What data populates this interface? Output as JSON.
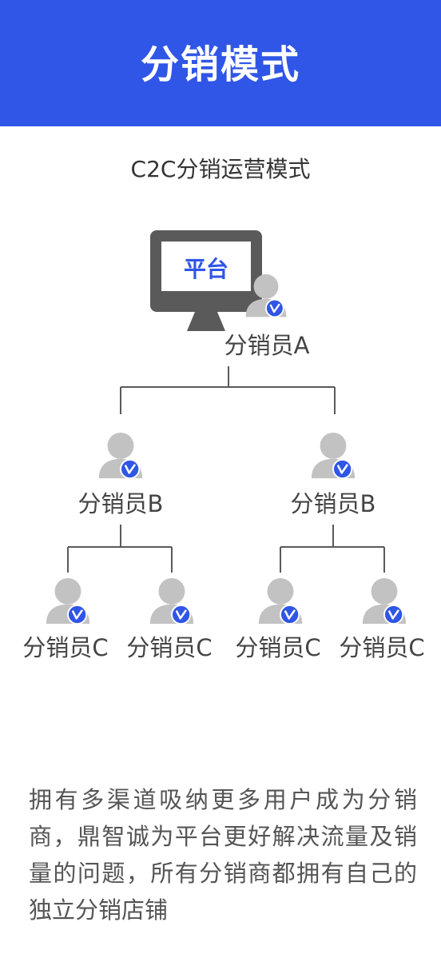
{
  "header": {
    "title": "分销模式"
  },
  "subtitle": "C2C分销运营模式",
  "diagram": {
    "platform_label": "平台",
    "root_label": "分销员A",
    "level2": [
      "分销员B",
      "分销员B"
    ],
    "level3": [
      "分销员C",
      "分销员C",
      "分销员C",
      "分销员C"
    ],
    "icons": {
      "monitor": "monitor-icon",
      "person": "person-icon",
      "badge": "verified-v-badge-icon"
    }
  },
  "description": "拥有多渠道吸纳更多用户成为分销商，鼎智诚为平台更好解决流量及销量的问题，所有分销商都拥有自己的独立分销店铺",
  "colors": {
    "header_bg": "#2f56e6",
    "accent": "#2f56e6",
    "monitor": "#5a5a5a",
    "person": "#c2c2c2",
    "line": "#5a5a5a",
    "text": "#444444"
  }
}
